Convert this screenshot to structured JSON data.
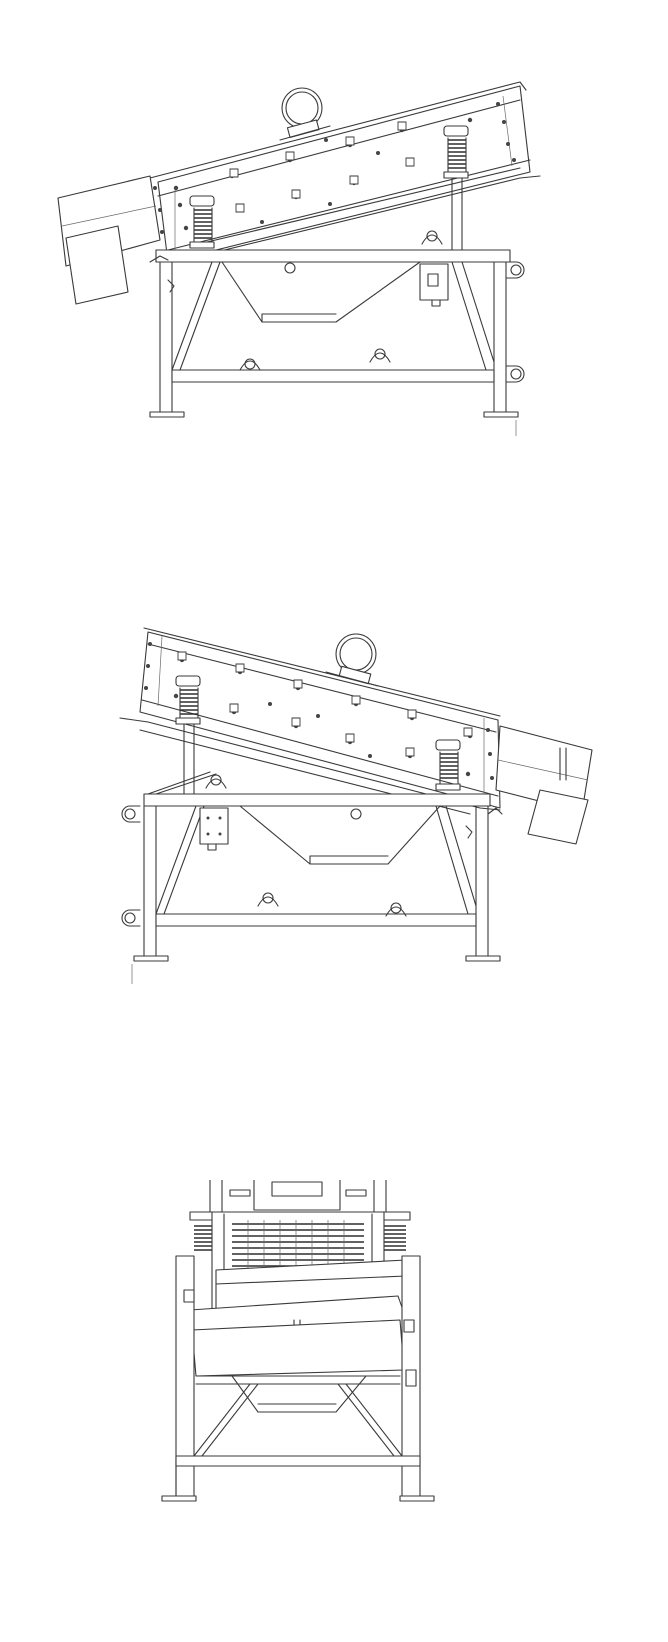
{
  "drawing": {
    "views": [
      {
        "id": "side-left"
      },
      {
        "id": "side-right"
      },
      {
        "id": "end"
      }
    ],
    "colors": {
      "line": "#3a3a3a",
      "background": "#ffffff"
    }
  }
}
